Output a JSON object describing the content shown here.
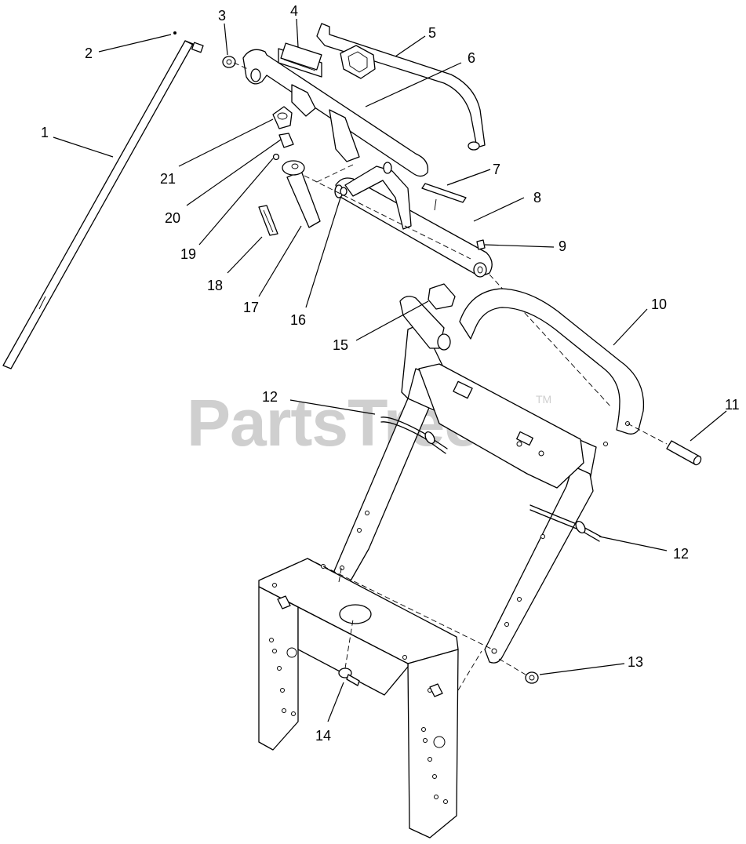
{
  "watermark": {
    "text": "PartsTree",
    "trademark": "TM"
  },
  "callouts": [
    {
      "id": "c1",
      "label": "1"
    },
    {
      "id": "c2",
      "label": "2"
    },
    {
      "id": "c3",
      "label": "3"
    },
    {
      "id": "c4",
      "label": "4"
    },
    {
      "id": "c5",
      "label": "5"
    },
    {
      "id": "c6",
      "label": "6"
    },
    {
      "id": "c7",
      "label": "7"
    },
    {
      "id": "c8",
      "label": "8"
    },
    {
      "id": "c9",
      "label": "9"
    },
    {
      "id": "c10",
      "label": "10"
    },
    {
      "id": "c11",
      "label": "11"
    },
    {
      "id": "c12a",
      "label": "12"
    },
    {
      "id": "c12b",
      "label": "12"
    },
    {
      "id": "c13",
      "label": "13"
    },
    {
      "id": "c14",
      "label": "14"
    },
    {
      "id": "c15",
      "label": "15"
    },
    {
      "id": "c16",
      "label": "16"
    },
    {
      "id": "c17",
      "label": "17"
    },
    {
      "id": "c18",
      "label": "18"
    },
    {
      "id": "c19",
      "label": "19"
    },
    {
      "id": "c20",
      "label": "20"
    },
    {
      "id": "c21",
      "label": "21"
    }
  ]
}
